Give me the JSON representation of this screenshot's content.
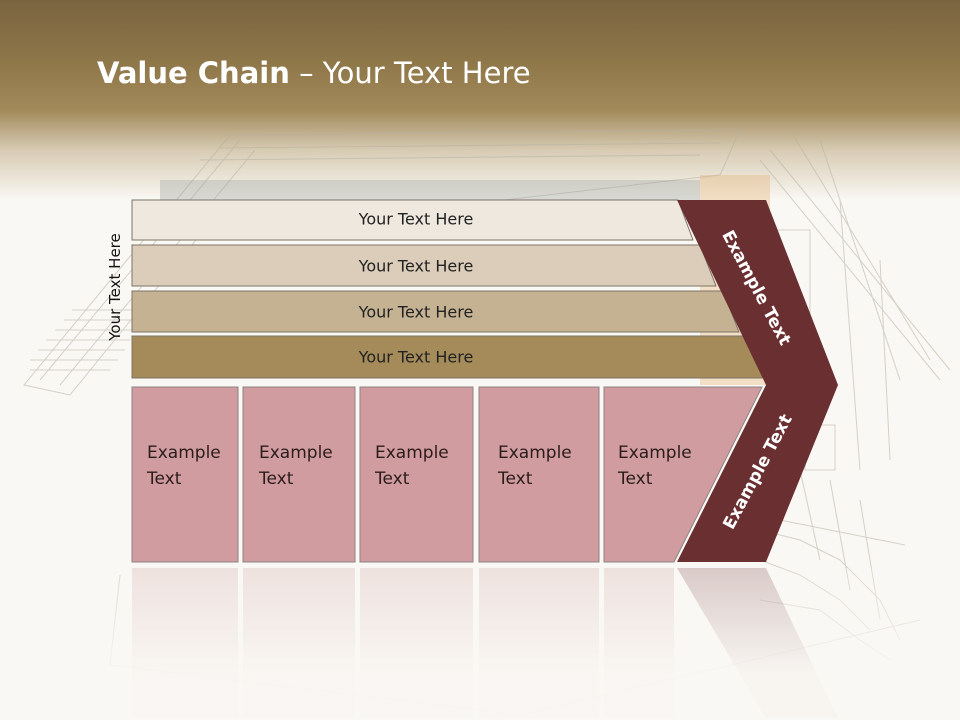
{
  "title": {
    "bold": "Value Chain",
    "rest": " – Your Text Here"
  },
  "side_label": "Your Text Here",
  "bars": [
    {
      "label": "Your Text Here",
      "color": "#efe8df"
    },
    {
      "label": "Your Text Here",
      "color": "#dbcdb9"
    },
    {
      "label": "Your Text Here",
      "color": "#c5b293"
    },
    {
      "label": "Your Text Here",
      "color": "#a48b59"
    }
  ],
  "cells": [
    {
      "line1": "Example",
      "line2": "Text"
    },
    {
      "line1": "Example",
      "line2": "Text"
    },
    {
      "line1": "Example",
      "line2": "Text"
    },
    {
      "line1": "Example",
      "line2": "Text"
    },
    {
      "line1": "Example",
      "line2": "Text"
    }
  ],
  "chevrons": {
    "upper": "Example Text",
    "lower": "Example Text",
    "color": "#6a2f31"
  },
  "colors": {
    "header": "#8d7648",
    "cell_fill": "#d09c9f"
  }
}
